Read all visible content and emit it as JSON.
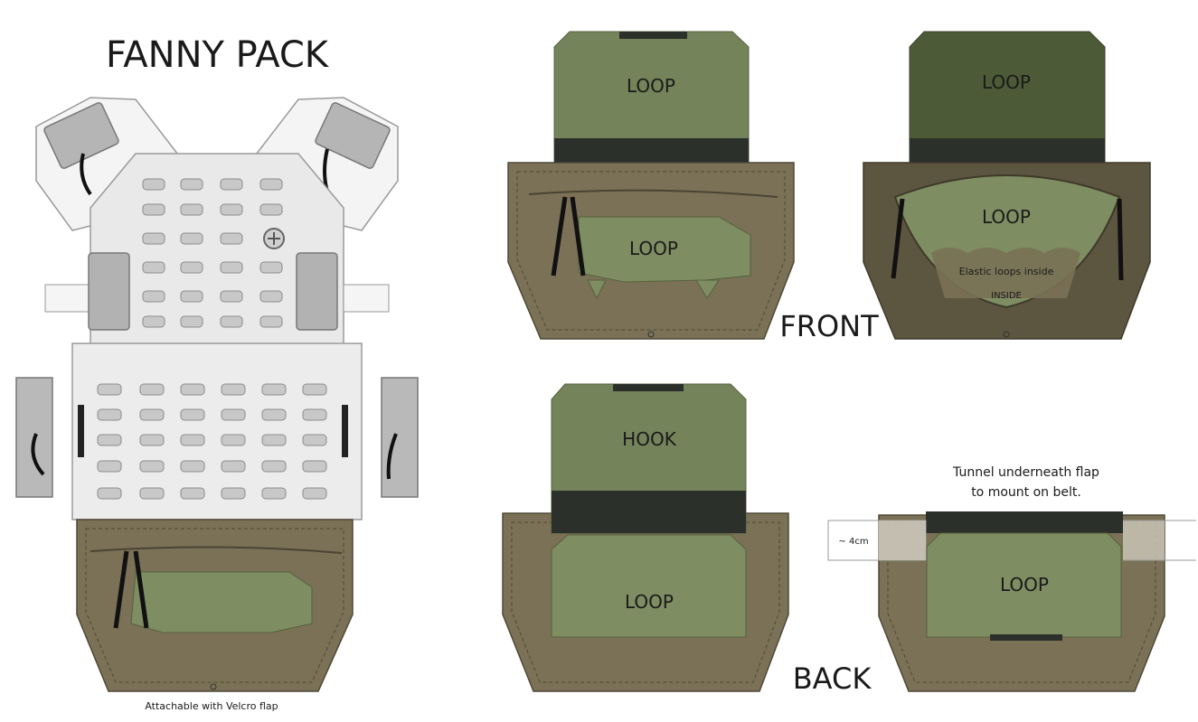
{
  "title": "FANNY PACK",
  "caption": "Attachable with Velcro flap",
  "views": {
    "front": "FRONT",
    "back": "BACK"
  },
  "labels": {
    "loop": "LOOP",
    "hook": "HOOK",
    "elastic": "Elastic loops inside",
    "inside": "INSIDE",
    "width_note": "~ 4cm"
  },
  "tunnel_note": {
    "line1": "Tunnel underneath flap",
    "line2": "to mount on belt."
  },
  "colors": {
    "pouch": "#7a7156",
    "pouch_dark": "#5c5540",
    "panel_green": "#7e8d62",
    "flap_green": "#74835a",
    "flap_dark_green": "#4d5a37",
    "strip": "#2b302b",
    "plate": "#ededed",
    "outline": "#8a8a8a"
  }
}
